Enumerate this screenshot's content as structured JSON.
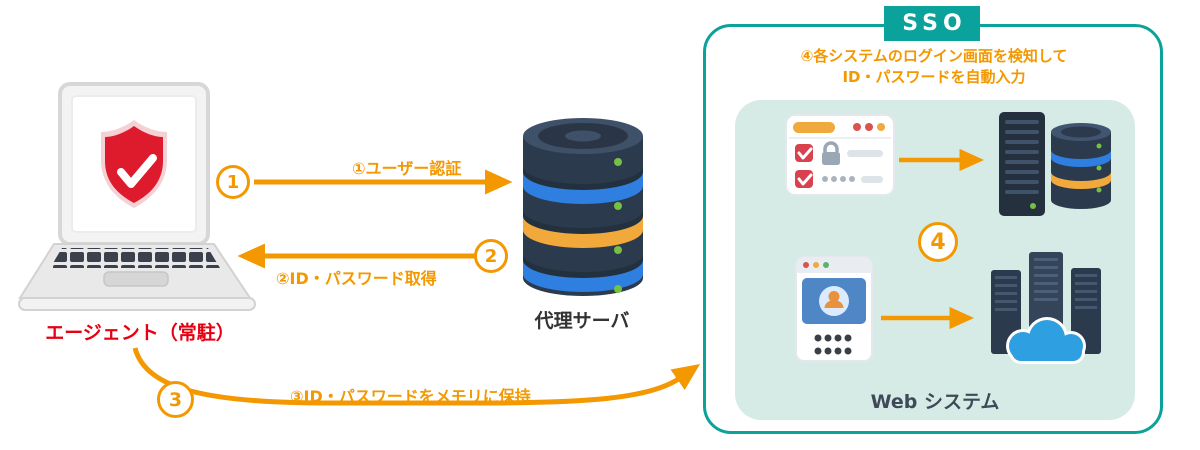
{
  "diagram": {
    "agent_label": "エージェント（常駐）",
    "proxy_label": "代理サーバ",
    "sso_label": "SSO",
    "web_system_label": "Web システム",
    "steps": {
      "s1": {
        "num": "1",
        "label": "①ユーザー認証"
      },
      "s2": {
        "num": "2",
        "label": "②ID・パスワード取得"
      },
      "s3": {
        "num": "3",
        "label": "③ID・パスワードをメモリに保持"
      },
      "s4": {
        "num": "4",
        "caption_line1": "④各システムのログイン画面を検知して",
        "caption_line2": "ID・パスワードを自動入力"
      }
    },
    "colors": {
      "accent_orange": "#f39800",
      "accent_red": "#e60012",
      "accent_teal": "#0aa29a",
      "panel_mint": "#d7ebe6",
      "server_navy": "#2c3a4d"
    }
  }
}
